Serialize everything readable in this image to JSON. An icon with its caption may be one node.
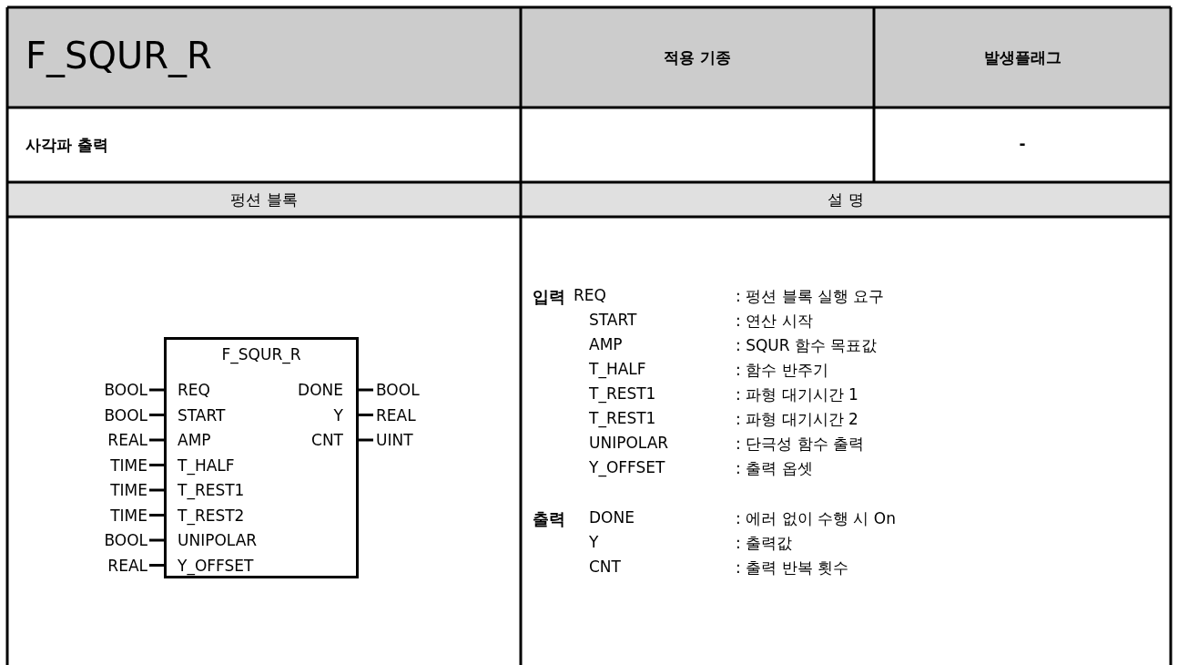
{
  "diagram": {
    "nodes": [
      {
        "text": [
          "F_SQUR_R",
          "REQ",
          "START",
          "AMP",
          "T_HALF",
          "T_REST1",
          "T_REST2",
          "UNIPOLAR",
          "Y_OFFSET",
          "DONE",
          "Y",
          "CNT"
        ]
      },
      {
        "text": [
          "BOOL"
        ]
      },
      {
        "text": [
          "BOOL"
        ]
      },
      {
        "text": [
          "REAL"
        ]
      },
      {
        "text": [
          "TIME"
        ]
      },
      {
        "text": [
          "TIME"
        ]
      },
      {
        "text": [
          "TIME"
        ]
      },
      {
        "text": [
          "BOOL"
        ]
      },
      {
        "text": [
          "REAL"
        ]
      },
      {
        "text": [
          "BOOL"
        ]
      },
      {
        "text": [
          "REAL"
        ]
      },
      {
        "text": [
          "UINT"
        ]
      }
    ],
    "edges": [
      {
        "from": 1,
        "to": 0,
        "arrow": "none"
      },
      {
        "from": 2,
        "to": 0,
        "arrow": "none"
      },
      {
        "from": 3,
        "to": 0,
        "arrow": "none"
      },
      {
        "from": 4,
        "to": 0,
        "arrow": "none"
      },
      {
        "from": 5,
        "to": 0,
        "arrow": "none"
      },
      {
        "from": 6,
        "to": 0,
        "arrow": "none"
      },
      {
        "from": 7,
        "to": 0,
        "arrow": "none"
      },
      {
        "from": 8,
        "to": 0,
        "arrow": "none"
      },
      {
        "from": 0,
        "to": 9,
        "arrow": "none"
      },
      {
        "from": 0,
        "to": 10,
        "arrow": "none"
      },
      {
        "from": 0,
        "to": 11,
        "arrow": "none"
      }
    ],
    "labels": [
      "F_SQUR_R",
      "적용 기종",
      "발생플래그",
      "사각파 출력",
      "-",
      "펑션 블록",
      "설 명",
      "입력",
      "REQ",
      ": 펑션 블록 실행 요구",
      "START",
      ": 연산 시작",
      "AMP",
      ": SQUR 함수 목표값",
      "T_HALF",
      ": 함수 반주기",
      "T_REST1",
      ": 파형 대기시간 1",
      "T_REST1",
      ": 파형 대기시간 2",
      "UNIPOLAR",
      ": 단극성 함수 출력",
      "Y_OFFSET",
      ": 출력 옵셋",
      "출력",
      "DONE",
      ": 에러 없이 수행 시 On",
      "Y",
      ": 출력값",
      "CNT",
      ": 출력 반복 횟수"
    ]
  }
}
